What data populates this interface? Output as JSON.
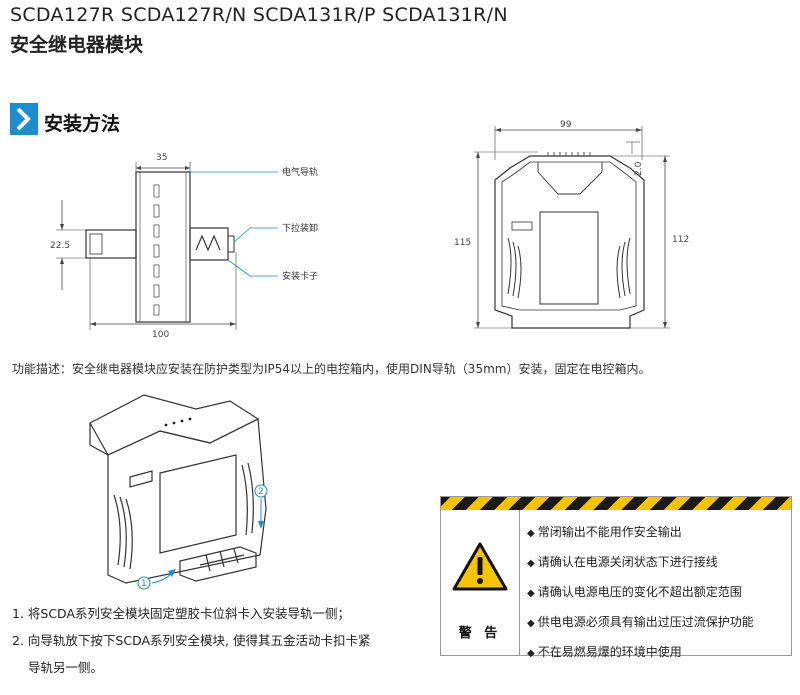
{
  "header": {
    "models": "SCDA127R   SCDA127R/N   SCDA131R/P   SCDA131R/N",
    "product": "安全继电器模块"
  },
  "section": {
    "title": "安装方法"
  },
  "diagram_left": {
    "dim_width_top": "35",
    "dim_height_left": "22.5",
    "dim_width_bottom": "100",
    "label_rail": "电气导轨",
    "label_pull": "下拉装卸",
    "label_clip": "安装卡子"
  },
  "diagram_right": {
    "dim_width": "99",
    "dim_small": "2.0",
    "dim_height_left": "115",
    "dim_height_right": "112"
  },
  "description": "功能描述：安全继电器模块应安装在防护类型为IP54以上的电控箱内，使用DIN导轨（35mm）安装，固定在电控箱内。",
  "mount_figure": {
    "callout_1": "1",
    "callout_2": "2"
  },
  "steps": {
    "step1": "1. 将SCDA系列安全模块固定塑胶卡位斜卡入安装导轨一侧；",
    "step2": "2. 向导轨放下按下SCDA系列安全模块, 使得其五金活动卡扣卡紧",
    "step2_cont": "导轨另一侧。"
  },
  "warning": {
    "label": "警 告",
    "icon": "warning-triangle-icon",
    "items": [
      "常闭输出不能用作安全输出",
      "请确认在电源关闭状态下进行接线",
      "请确认电源电压的变化不超出额定范围",
      "供电电源必须具有输出过压过流保护功能",
      "不在易燃易爆的环境中使用"
    ],
    "colors": {
      "stripe_yellow": "#f5c400",
      "stripe_black": "#1a1a1a",
      "accent_blue": "#1b8ed1"
    }
  }
}
